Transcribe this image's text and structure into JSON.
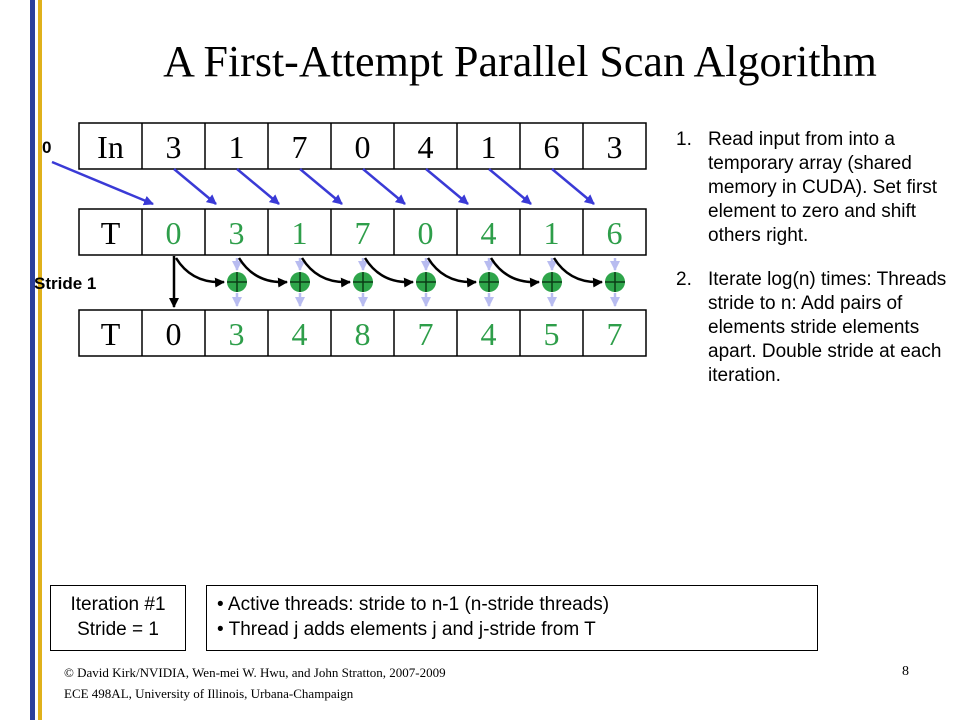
{
  "title": "A First-Attempt Parallel Scan Algorithm",
  "colors": {
    "bar_blue": "#2b3f9b",
    "bar_gold": "#e0b11b",
    "text_green": "#2e9e4a",
    "arrow_blue": "#3a3ad6",
    "plus_green": "#2ea54a",
    "down_arrow": "#b8bcf0"
  },
  "input_row": {
    "label": "In",
    "values": [
      "3",
      "1",
      "7",
      "0",
      "4",
      "1",
      "6",
      "3"
    ]
  },
  "zero_label": "0",
  "temp_row_1": {
    "label": "T",
    "values": [
      "0",
      "3",
      "1",
      "7",
      "0",
      "4",
      "1",
      "6"
    ]
  },
  "stride_label": "Stride 1",
  "temp_row_2": {
    "label": "T",
    "values": [
      "0",
      "3",
      "4",
      "8",
      "7",
      "4",
      "5",
      "7"
    ]
  },
  "steps": [
    {
      "num": "1.",
      "text": "Read input from into a temporary array (shared memory in CUDA). Set first element to zero and shift others right."
    },
    {
      "num": "2.",
      "text": "Iterate log(n) times: Threads stride to n: Add pairs of elements stride elements apart. Double stride at each iteration."
    }
  ],
  "iteration_box": {
    "line1": "Iteration #1",
    "line2": "Stride = 1"
  },
  "notes": [
    "Active threads: stride to n-1 (n-stride threads)",
    "Thread j adds elements j and j-stride from T"
  ],
  "footer": {
    "line1": "© David Kirk/NVIDIA, Wen-mei W. Hwu, and John Stratton, 2007-2009",
    "line2": "ECE 498AL, University of Illinois, Urbana-Champaign"
  },
  "page_number": "8"
}
